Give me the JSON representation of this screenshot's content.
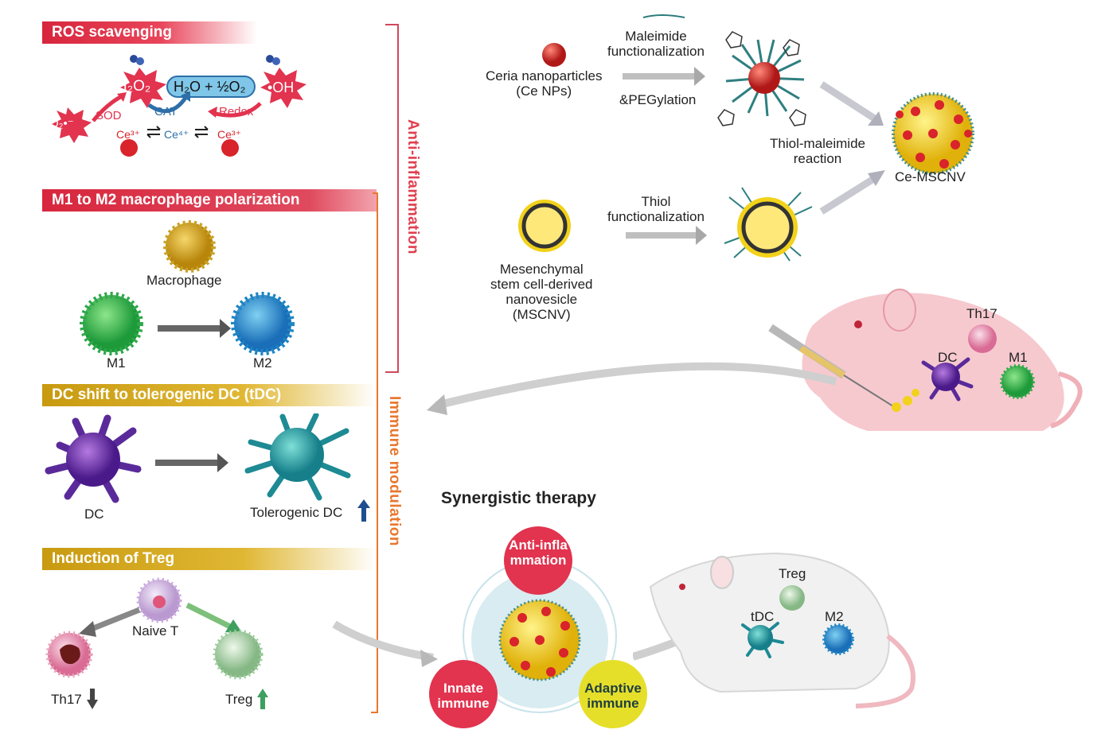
{
  "sections": {
    "ros": "ROS scavenging",
    "m1m2": "M1 to M2 macrophage polarization",
    "dc": "DC shift to tolerogenic DC (tDC)",
    "treg": "Induction of Treg"
  },
  "ros_diagram": {
    "h2o2": "H₂O₂",
    "product": "H₂O + ½O₂",
    "oh": "•OH",
    "o2": "O₂•⁻",
    "sod": "SOD",
    "cat": "CAT",
    "redox": "Redox",
    "ce3_left": "Ce³⁺",
    "ce4": "Ce⁴⁺",
    "ce3_right": "Ce³⁺"
  },
  "cells": {
    "macrophage": "Macrophage",
    "m1": "M1",
    "m2": "M2",
    "dc": "DC",
    "tolerogenic_dc": "Tolerogenic DC",
    "naive_t": "Naive T",
    "th17": "Th17",
    "treg": "Treg"
  },
  "vertical_labels": {
    "anti_inflammation": "Anti-inflammation",
    "immune_modulation": "Immune modulation"
  },
  "synthesis": {
    "ceria": "Ceria nanoparticles\n(Ce NPs)",
    "maleimide": "Maleimide\nfunctionalization",
    "pegylation": "&PEGylation",
    "thiol_maleimide": "Thiol-maleimide\nreaction",
    "ce_mscnv": "Ce-MSCNV",
    "mscnv": "Mesenchymal\nstem cell-derived\nnanovesicle\n(MSCNV)",
    "thiol": "Thiol\nfunctionalization"
  },
  "mouse_disease": {
    "th17": "Th17",
    "dc": "DC",
    "m1": "M1"
  },
  "therapy": {
    "title": "Synergistic therapy",
    "anti_inflammation": "Anti-infla\nmmation",
    "innate": "Innate\nimmune",
    "adaptive": "Adaptive\nimmune"
  },
  "mouse_treated": {
    "treg": "Treg",
    "tdc": "tDC",
    "m2": "M2"
  },
  "colors": {
    "red_banner": "#d7263d",
    "gold_banner": "#c89a10",
    "anti_inflammation": "#e04050",
    "immune_modulation": "#e8772e",
    "arrow_gray": "#9a9a9a",
    "ceria_red": "#d8242a",
    "yellow_vesicle": "#f2d21a"
  }
}
